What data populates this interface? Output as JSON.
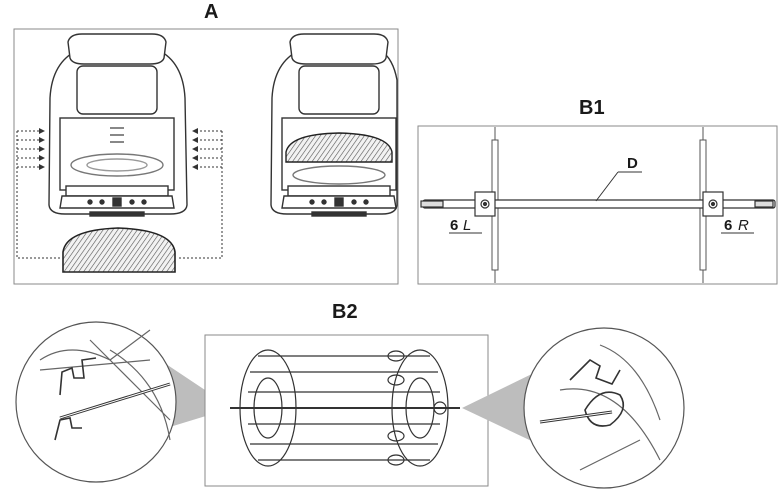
{
  "panels": {
    "a": {
      "label": "A"
    },
    "b1": {
      "label": "B1",
      "callouts": {
        "rod": "D",
        "left_num": "6",
        "left_side": "L",
        "right_num": "6",
        "right_side": "R"
      }
    },
    "b2": {
      "label": "B2"
    }
  },
  "colors": {
    "line": "#333333",
    "frame": "#8a8a8a",
    "shade": "#bdbdbd"
  }
}
